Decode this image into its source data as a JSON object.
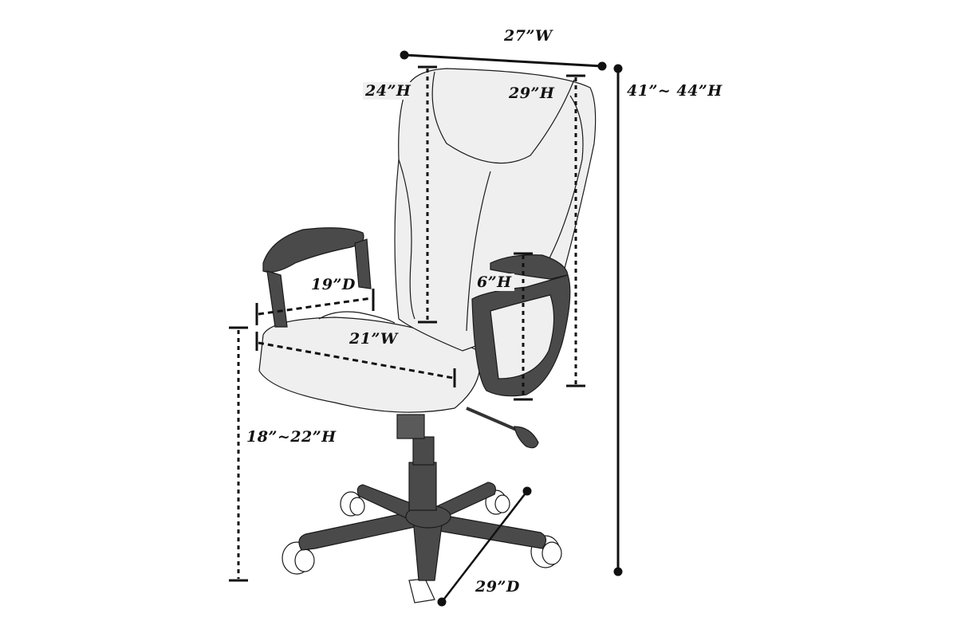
{
  "diagram": {
    "subject": "Office chair with dimensions",
    "colors": {
      "background": "#ffffff",
      "upholstery": "#efefef",
      "frame": "#4a4a4a",
      "outline": "#222222",
      "dimension_line": "#111111"
    },
    "dimensions": {
      "overall_width": "27”W",
      "back_height_left": "24”H",
      "back_height_right": "29”H",
      "overall_height": "41”~ 44”H",
      "seat_depth": "19”D",
      "seat_width": "21”W",
      "armrest_height": "6”H",
      "seat_height": "18”~22”H",
      "base_depth": "29”D"
    }
  }
}
